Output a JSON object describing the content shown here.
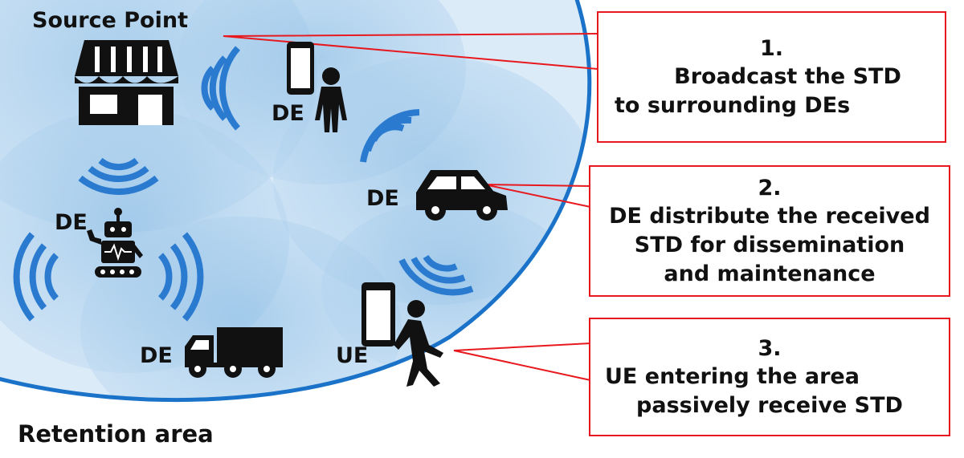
{
  "labels": {
    "source_point": "Source Point",
    "retention_area": "Retention area",
    "de": "DE",
    "ue": "UE"
  },
  "steps": [
    {
      "number": "1.",
      "lines": [
        "Broadcast the STD",
        "to surrounding DEs"
      ]
    },
    {
      "number": "2.",
      "lines": [
        "DE distribute the received",
        "STD for dissemination",
        "and maintenance"
      ]
    },
    {
      "number": "3.",
      "lines": [
        "UE entering the area",
        "passively receive STD"
      ]
    }
  ],
  "colors": {
    "area_border": "#1a73c8",
    "zone_fill": "#9ec8ea",
    "wave": "#2a7bd0",
    "callout": "#e8191e",
    "icon": "#111111"
  },
  "icons": [
    "store-icon",
    "person-with-phone-icon",
    "car-icon",
    "robot-icon",
    "truck-icon",
    "walking-person-with-phone-icon",
    "wifi-wave-icon"
  ]
}
